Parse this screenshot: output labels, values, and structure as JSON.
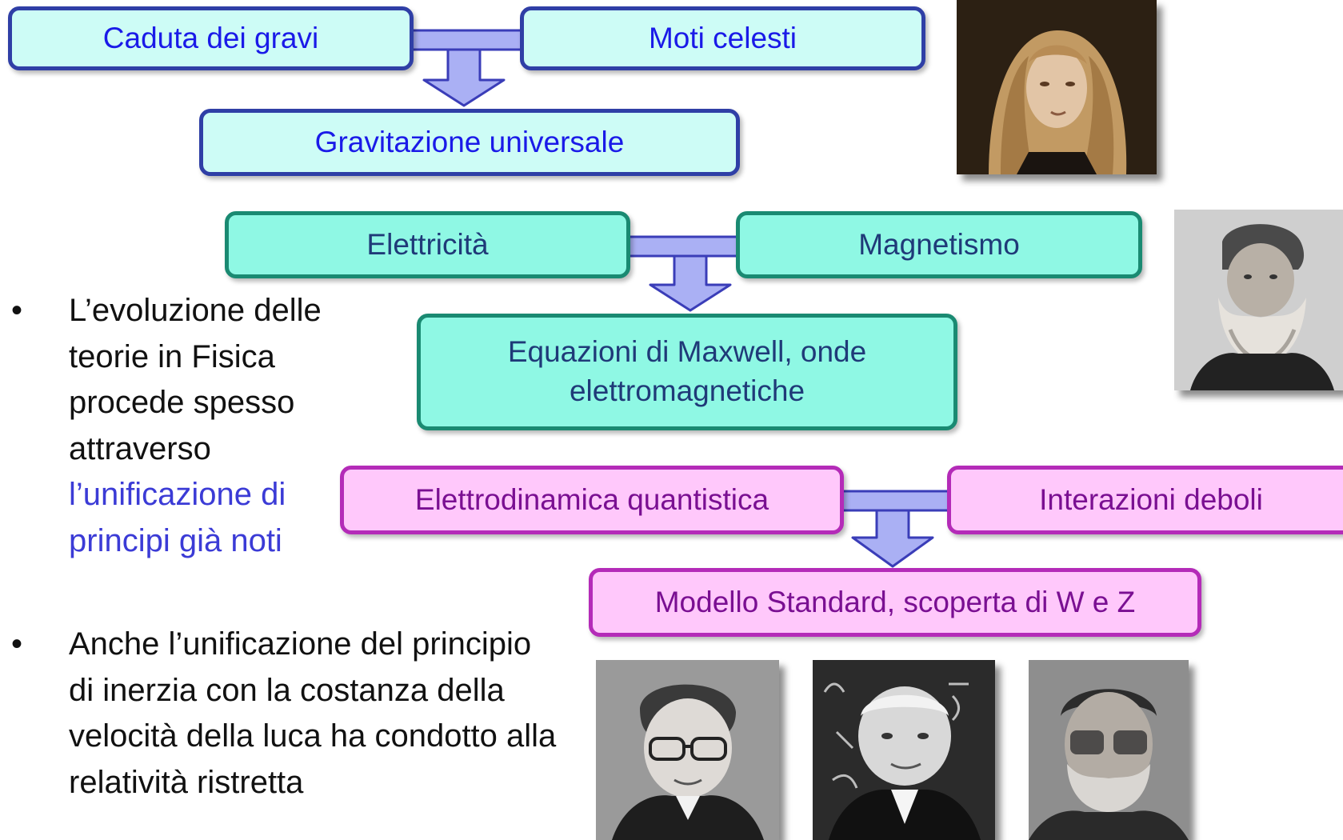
{
  "rows": [
    {
      "left": "Caduta dei gravi",
      "right": "Moti celesti",
      "result": "Gravitazione universale"
    },
    {
      "left": "Elettricità",
      "right": "Magnetismo",
      "result": "Equazioni di Maxwell, onde elettromagnetiche"
    },
    {
      "left": "Elettrodinamica quantistica",
      "right": "Interazioni deboli",
      "result": "Modello Standard, scoperta di W e Z"
    }
  ],
  "bullets": [
    {
      "text": "L’evoluzione delle teorie in Fisica procede spesso attraverso",
      "highlight": "l’unificazione di principi già noti"
    },
    {
      "text": "Anche l’unificazione del principio di inerzia con la costanza della velocità della luca ha condotto alla relatività ristretta"
    }
  ],
  "colors": {
    "row1_fill": "#cdfcf6",
    "row1_border": "#2f3fa6",
    "row1_text": "#1a1ae8",
    "row2_fill": "#8ff8e4",
    "row2_border": "#1a8a72",
    "row2_text": "#1f3a78",
    "row3_fill": "#ffc8fb",
    "row3_border": "#b42bb8",
    "row3_text": "#7a0f92",
    "arrow_fill": "#aab0f4",
    "arrow_stroke": "#3a3db8"
  },
  "icons": [
    "portrait-newton",
    "portrait-maxwell",
    "portrait-glashow",
    "portrait-weinberg",
    "portrait-salam"
  ]
}
